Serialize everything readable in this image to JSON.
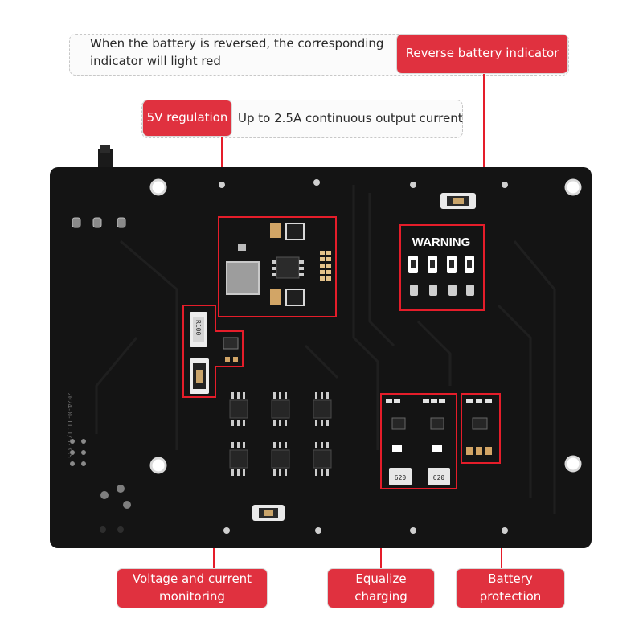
{
  "callouts": {
    "reverse": {
      "description": "When the battery is reversed, the corresponding indicator will light red",
      "label": "Reverse battery indicator"
    },
    "regulation": {
      "label": "5V regulation",
      "description": "Up to 2.5A continuous output current"
    },
    "voltage": {
      "label": "Voltage and current monitoring"
    },
    "equalize": {
      "label": "Equalize charging"
    },
    "protection": {
      "label": "Battery protection"
    }
  },
  "board": {
    "warning_text": "WARNING",
    "resistor_r100": "R100",
    "inductor_620_a": "620",
    "inductor_620_b": "620",
    "silk_text": "2024-0-11.1/5-335"
  },
  "colors": {
    "accent_red": "#e0313f",
    "highlight_red": "#e51d2a",
    "board": "#141414"
  }
}
